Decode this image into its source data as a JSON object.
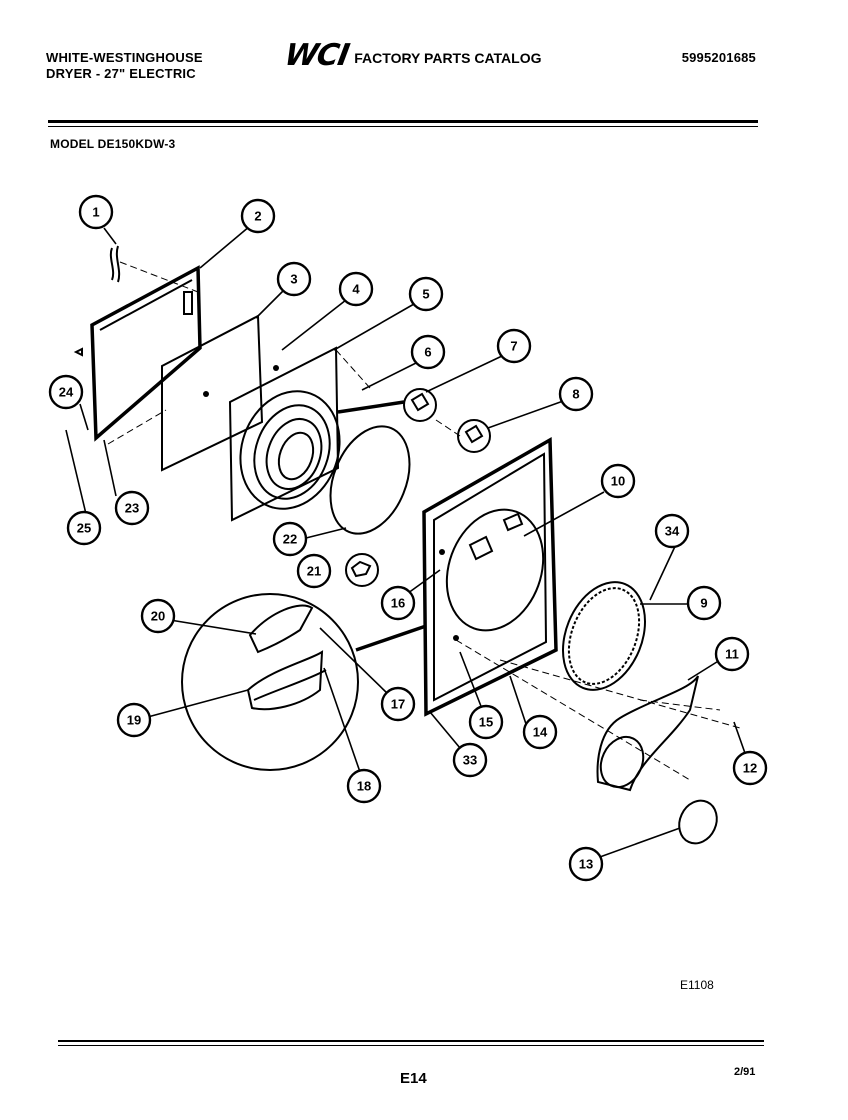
{
  "header": {
    "brand_line1": "WHITE-WESTINGHOUSE",
    "brand_line2": "DRYER - 27\" ELECTRIC",
    "logo": "WCI",
    "catalog_title": "FACTORY PARTS CATALOG",
    "catalog_number": "5995201685",
    "model": "MODEL DE150KDW-3"
  },
  "figure": {
    "code": "E1108",
    "callouts": [
      "1",
      "2",
      "3",
      "4",
      "5",
      "6",
      "7",
      "8",
      "9",
      "10",
      "11",
      "12",
      "13",
      "14",
      "15",
      "16",
      "17",
      "18",
      "19",
      "20",
      "21",
      "22",
      "23",
      "24",
      "25",
      "33",
      "34"
    ]
  },
  "footer": {
    "page": "E14",
    "date": "2/91"
  }
}
